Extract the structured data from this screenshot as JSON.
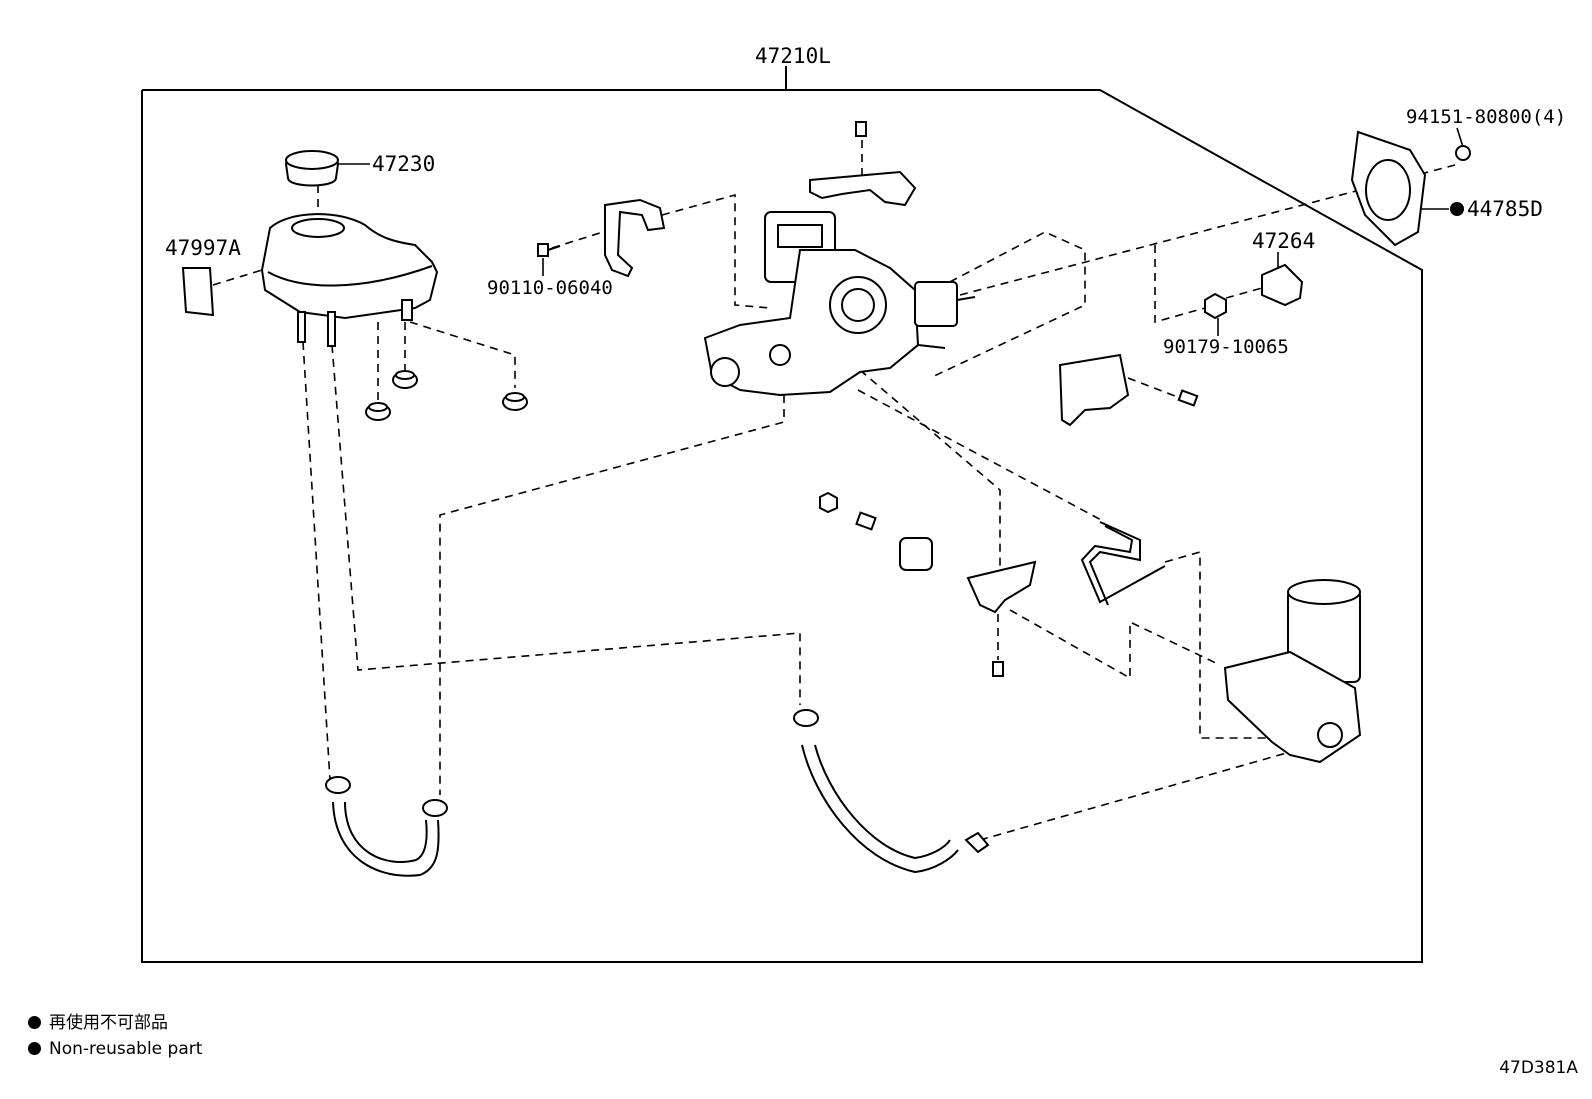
{
  "diagram": {
    "assembly_number": "47210L",
    "parts": {
      "cap": "47230",
      "label": "47997A",
      "bolt_a": "90110-06040",
      "nut": "94151-80800(4)",
      "gasket": "44785D",
      "bracket": "47264",
      "bolt_b": "90179-10065"
    },
    "diagram_code": "47D381A"
  },
  "legend": {
    "items": [
      {
        "text": "再使用不可部品"
      },
      {
        "text": "Non-reusable part"
      }
    ]
  },
  "colors": {
    "ink": "#000000",
    "paper": "#ffffff"
  }
}
